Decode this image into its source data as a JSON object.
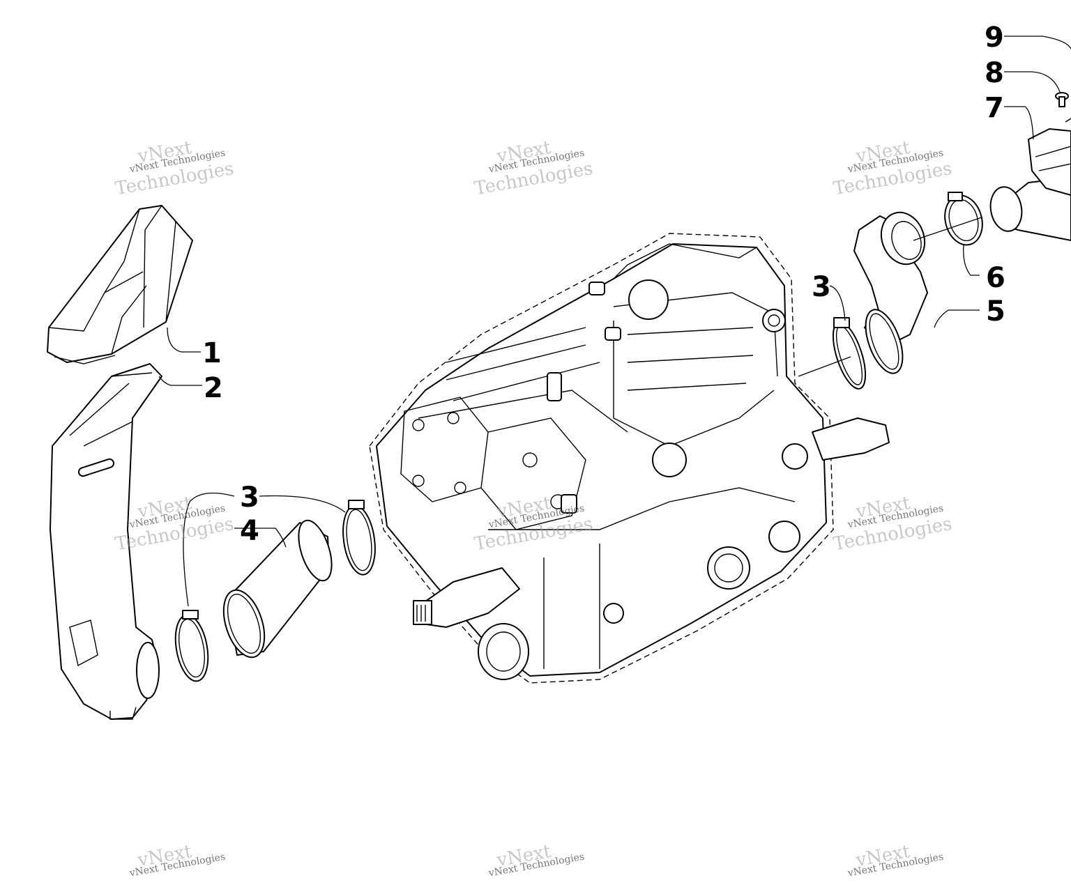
{
  "diagram": {
    "callouts": [
      {
        "id": "1",
        "label": "1"
      },
      {
        "id": "2",
        "label": "2"
      },
      {
        "id": "3a",
        "label": "3"
      },
      {
        "id": "4",
        "label": "4"
      },
      {
        "id": "3b",
        "label": "3"
      },
      {
        "id": "5",
        "label": "5"
      },
      {
        "id": "6",
        "label": "6"
      },
      {
        "id": "7",
        "label": "7"
      },
      {
        "id": "8",
        "label": "8"
      },
      {
        "id": "9",
        "label": "9"
      }
    ],
    "watermark": {
      "line_small": "vNext Technologies",
      "line_big_1": "vNext",
      "line_big_2": "Technologies"
    }
  }
}
